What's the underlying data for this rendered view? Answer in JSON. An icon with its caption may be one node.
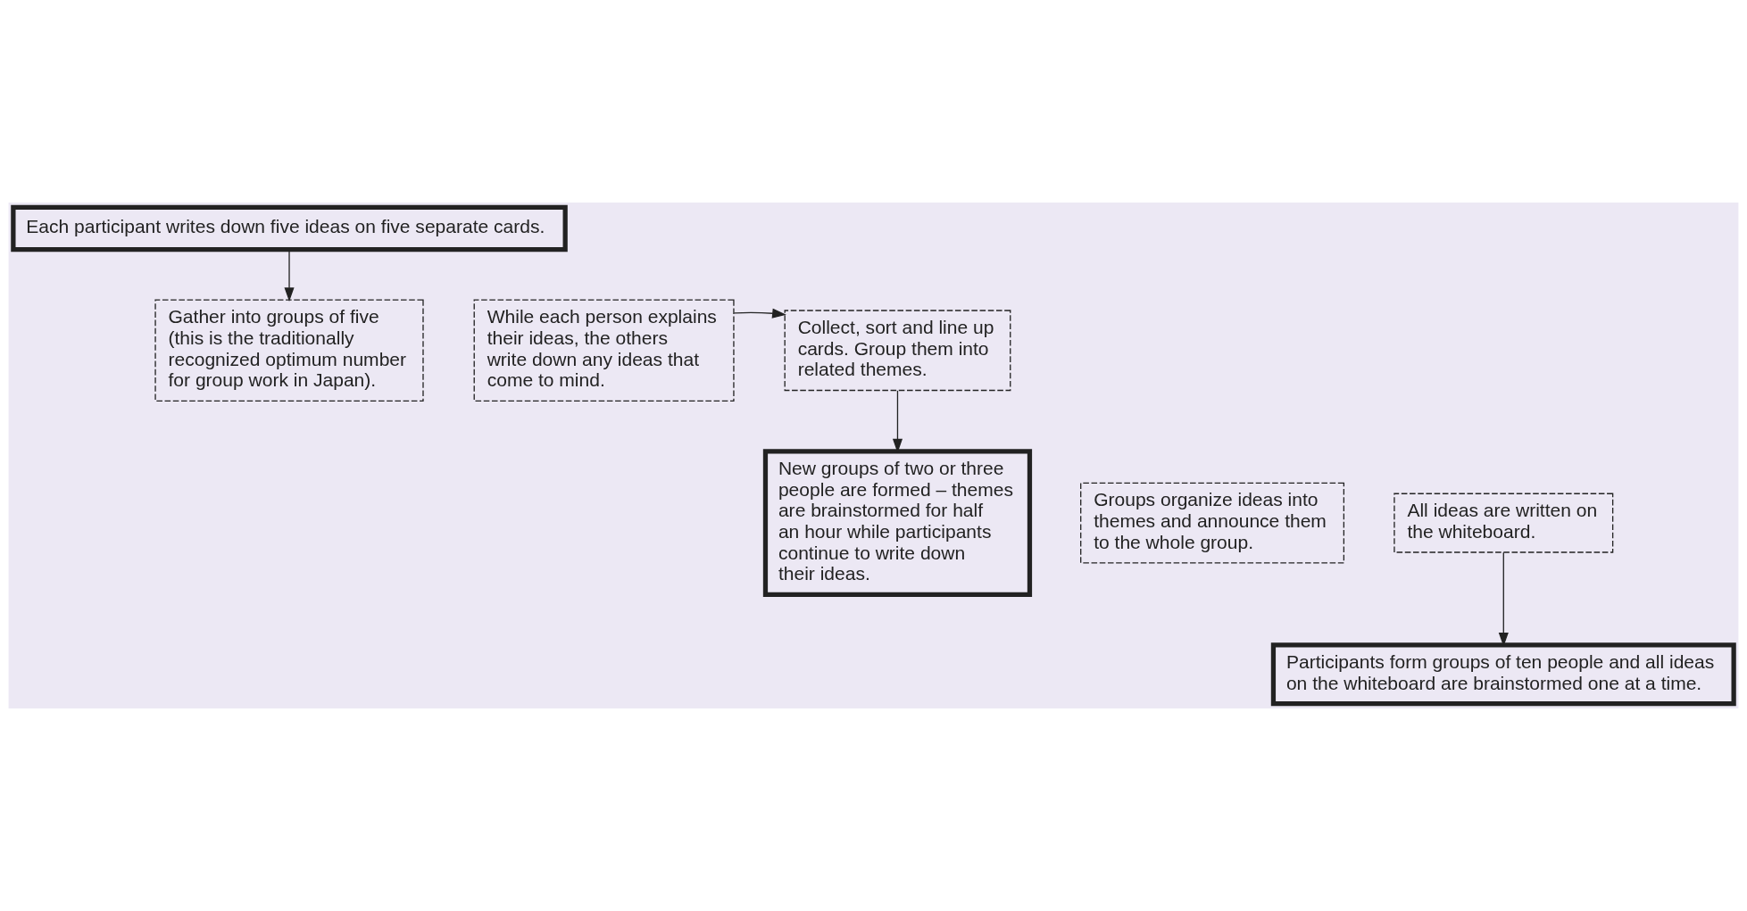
{
  "diagram": {
    "nodes": [
      {
        "text": [
          "Each participant writes down five ideas on five separate cards."
        ]
      },
      {
        "text": [
          "Gather into groups of five (this is the traditionally recognized optimum number for group work in Japan)."
        ]
      },
      {
        "text": [
          "While each person explains their ideas, the others write down any ideas that come to mind."
        ]
      },
      {
        "text": [
          "Collect, sort and line up cards. Group them into related themes."
        ]
      },
      {
        "text": [
          "New groups of two or three people are formed – themes are brainstormed for half an hour while participants continue to write down their ideas."
        ]
      },
      {
        "text": [
          "Groups organize ideas into themes and announce them to the whole group."
        ]
      },
      {
        "text": [
          "All ideas are written on the whiteboard."
        ]
      },
      {
        "text": [
          "Participants form groups of ten people and all ideas on the whiteboard are brainstormed one at a time."
        ]
      }
    ],
    "edges": [
      {
        "from": 0,
        "to": 1,
        "arrow": "to"
      },
      {
        "from": 2,
        "to": 3,
        "arrow": "to"
      },
      {
        "from": 3,
        "to": 4,
        "arrow": "to"
      },
      {
        "from": 6,
        "to": 7,
        "arrow": "to"
      }
    ]
  }
}
